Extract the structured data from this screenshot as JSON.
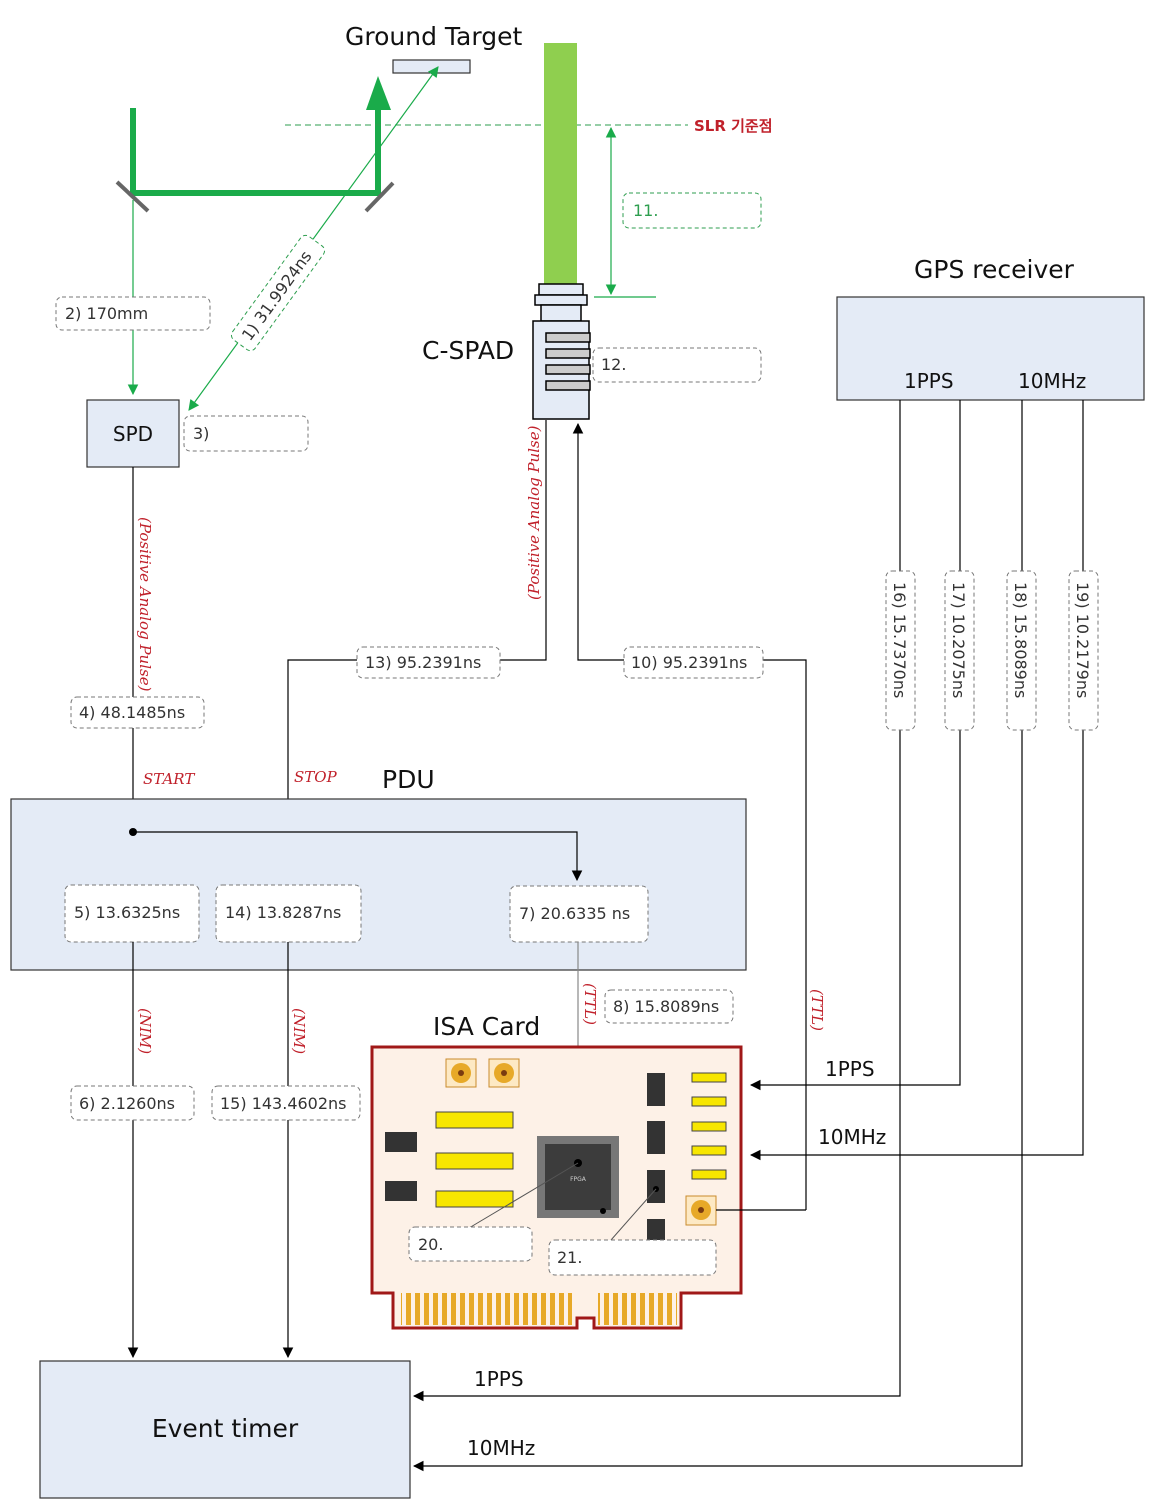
{
  "titles": {
    "ground_target": "Ground Target",
    "slr_ref": "SLR 기준점",
    "gps_receiver": "GPS receiver",
    "c_spad": "C-SPAD",
    "spd": "SPD",
    "pdu": "PDU",
    "isa_card": "ISA Card",
    "event_timer": "Event timer",
    "fpga_chip": "FPGA"
  },
  "gps_ports": {
    "pps": "1PPS",
    "mhz": "10MHz"
  },
  "signals": {
    "positive_analog_pulse": "(Positive Analog Pulse)",
    "start": "START",
    "stop": "STOP",
    "nim": "(NIM)",
    "ttl": "(TTL)"
  },
  "links": {
    "isa_pps": "1PPS",
    "isa_mhz": "10MHz",
    "timer_pps": "1PPS",
    "timer_mhz": "10MHz"
  },
  "labels": {
    "l1": "1) 31.9924ns",
    "l2": "2) 170mm",
    "l3": "3)",
    "l4": "4) 48.1485ns",
    "l5": "5) 13.6325ns",
    "l6": "6) 2.1260ns",
    "l7": "7) 20.6335 ns",
    "l8": "8) 15.8089ns",
    "l10": "10) 95.2391ns",
    "l11": "11.",
    "l12": "12.",
    "l13": "13) 95.2391ns",
    "l14": "14) 13.8287ns",
    "l15": "15) 143.4602ns",
    "l16": "16) 15.7370ns",
    "l17": "17) 10.2075ns",
    "l18": "18) 15.8089ns",
    "l19": "19) 10.2179ns",
    "l20": "20.",
    "l21": "21."
  },
  "colors": {
    "box_fill": "#e4ebf6",
    "laser_green": "#1aab4a",
    "beam_fill": "#8fcf4f",
    "card_border": "#a01818",
    "card_fill": "#fdf1e7",
    "gold": "#e7a928",
    "chip_yellow": "#f7e600",
    "annotation_red": "#c0202a"
  }
}
